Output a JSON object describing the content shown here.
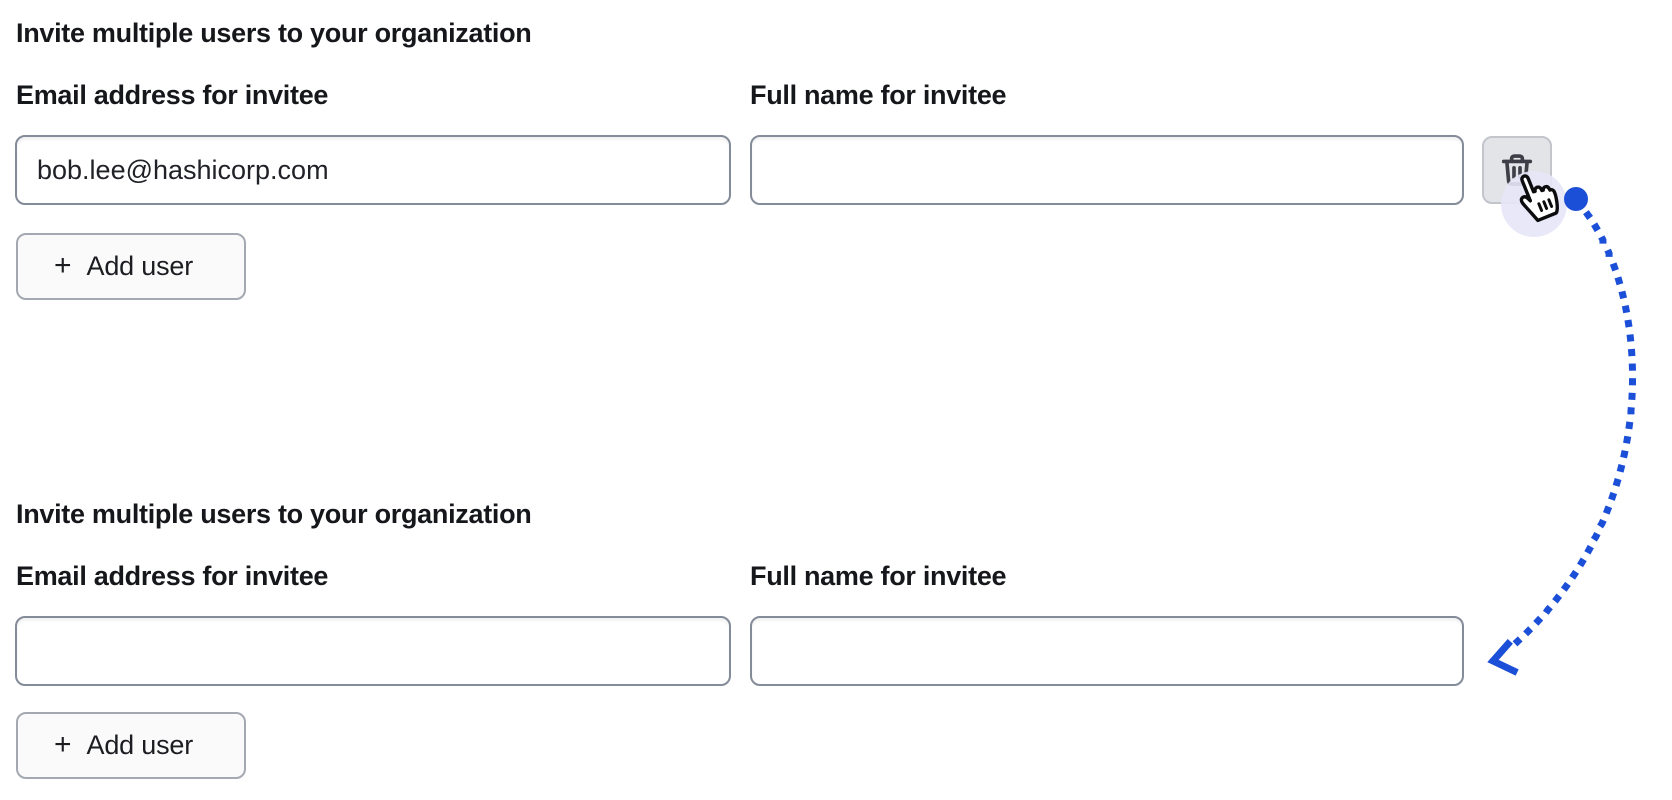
{
  "colors": {
    "accent_blue": "#1c4fd8",
    "cursor_halo": "#e5e5f7",
    "input_border": "#848b99",
    "delete_button_bg": "#e3e4e8",
    "heading_text": "#15171b"
  },
  "sections": [
    {
      "heading": "Invite multiple users to your organization",
      "fields": [
        {
          "label": "Email address for invitee",
          "value": "bob.lee@hashicorp.com"
        },
        {
          "label": "Full name for invitee",
          "value": ""
        }
      ],
      "add_user_button": {
        "icon": "+",
        "label": "Add user"
      },
      "delete_row_button": {
        "icon": "trash-icon"
      }
    },
    {
      "heading": "Invite multiple users to your organization",
      "fields": [
        {
          "label": "Email address for invitee",
          "value": ""
        },
        {
          "label": "Full name for invitee",
          "value": ""
        }
      ],
      "add_user_button": {
        "icon": "+",
        "label": "Add user"
      }
    }
  ]
}
